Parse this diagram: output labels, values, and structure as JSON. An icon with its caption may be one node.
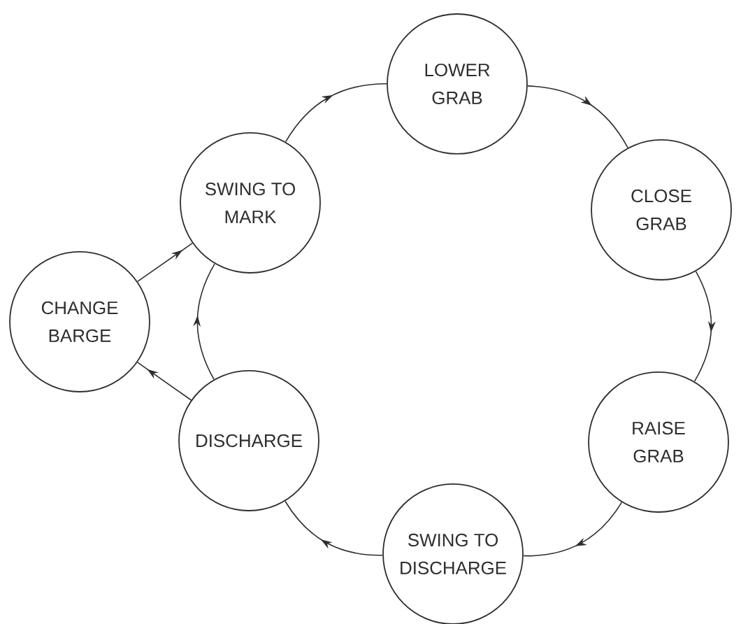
{
  "diagram": {
    "nodes": [
      {
        "text": [
          "LOWER GRAB"
        ]
      },
      {
        "text": [
          "CLOSE GRAB"
        ]
      },
      {
        "text": [
          "RAISE GRAB"
        ]
      },
      {
        "text": [
          "SWING TO DISCHARGE"
        ]
      },
      {
        "text": [
          "DISCHARGE"
        ]
      },
      {
        "text": [
          "SWING TO MARK"
        ]
      },
      {
        "text": [
          "CHANGE BARGE"
        ]
      }
    ],
    "edges": [
      {
        "from": 0,
        "to": 1,
        "arrow": "to"
      },
      {
        "from": 1,
        "to": 2,
        "arrow": "to"
      },
      {
        "from": 2,
        "to": 3,
        "arrow": "to"
      },
      {
        "from": 3,
        "to": 4,
        "arrow": "to"
      },
      {
        "from": 4,
        "to": 5,
        "arrow": "to"
      },
      {
        "from": 4,
        "to": 6,
        "arrow": "to"
      },
      {
        "from": 6,
        "to": 5,
        "arrow": "to"
      },
      {
        "from": 5,
        "to": 0,
        "arrow": "to"
      }
    ]
  }
}
